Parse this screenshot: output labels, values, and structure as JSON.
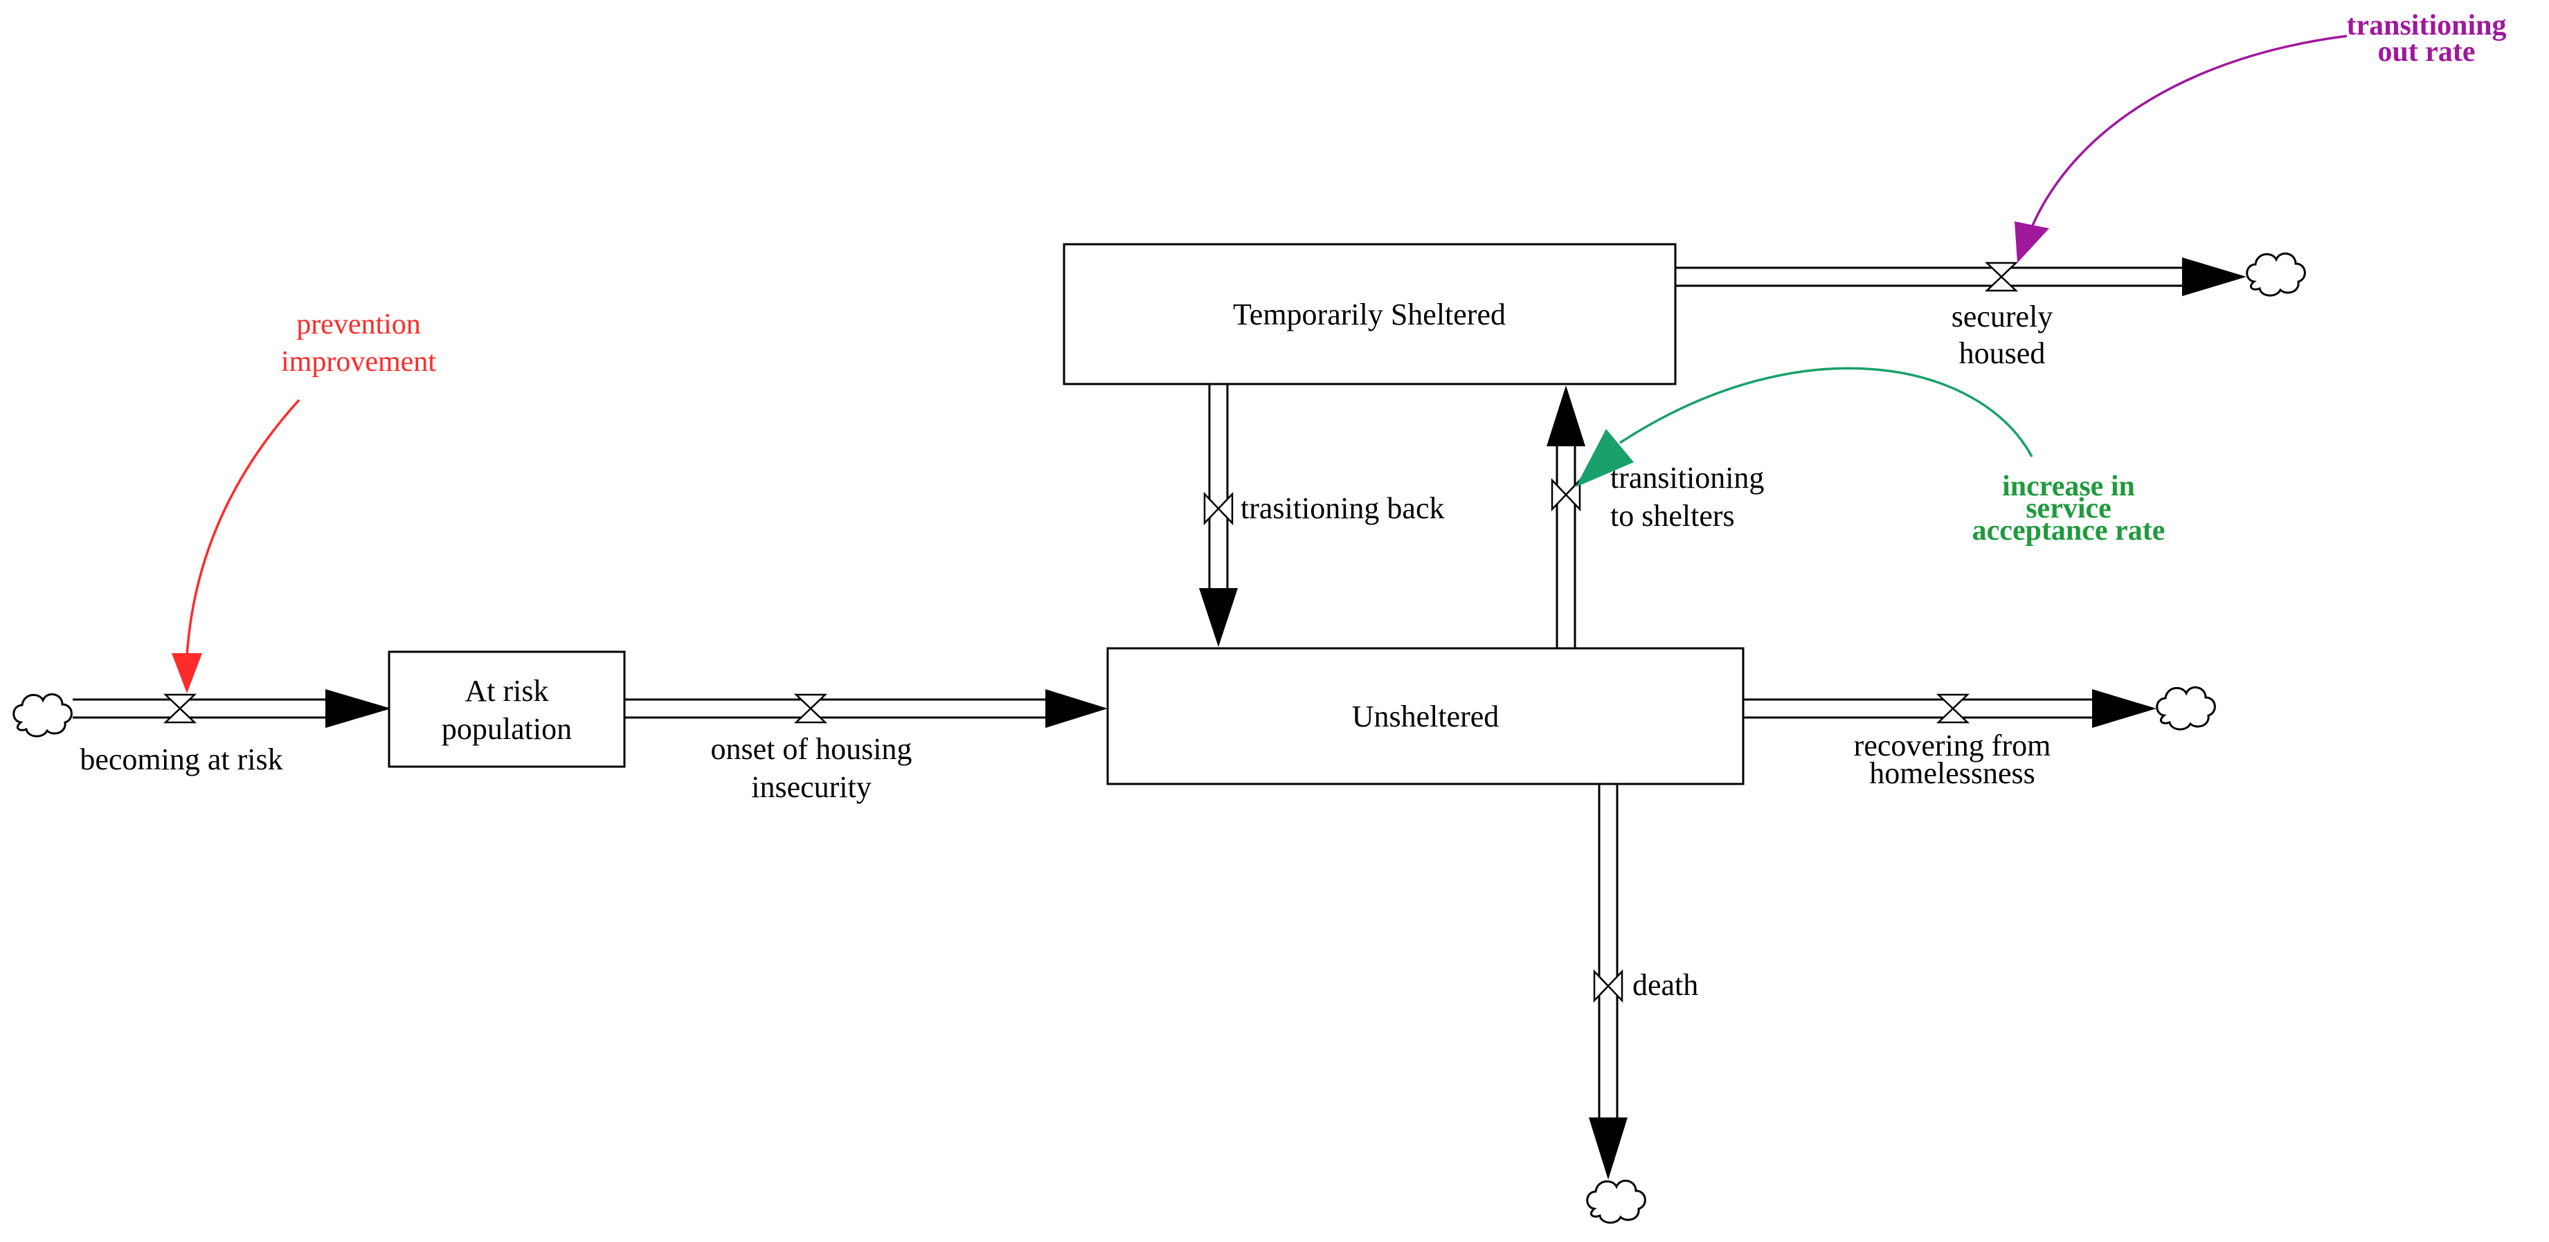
{
  "stocks": {
    "temporarily_sheltered": "Temporarily Sheltered",
    "unsheltered": "Unsheltered",
    "at_risk_line1": "At risk",
    "at_risk_line2": "population"
  },
  "flows": {
    "becoming_at_risk": "becoming at risk",
    "onset_line1": "onset of housing",
    "onset_line2": "insecurity",
    "trasitioning_back": "trasitioning back",
    "transitioning_to_shelters_line1": "transitioning",
    "transitioning_to_shelters_line2": "to shelters",
    "securely_housed_line1": "securely",
    "securely_housed_line2": "housed",
    "recovering_line1": "recovering from",
    "recovering_line2": "homelessness",
    "death": "death"
  },
  "auxiliaries": {
    "prevention_line1": "prevention",
    "prevention_line2": "improvement",
    "service_line1": "increase in",
    "service_line2": "service",
    "service_line3": "acceptance rate",
    "transitioning_out_line1": "transitioning",
    "transitioning_out_line2": "out rate"
  },
  "colors": {
    "prevention": "#ff2a2a",
    "service": "#1f9a3e",
    "service_arrow": "#1aa06a",
    "transitioning_out": "#a0189b"
  }
}
